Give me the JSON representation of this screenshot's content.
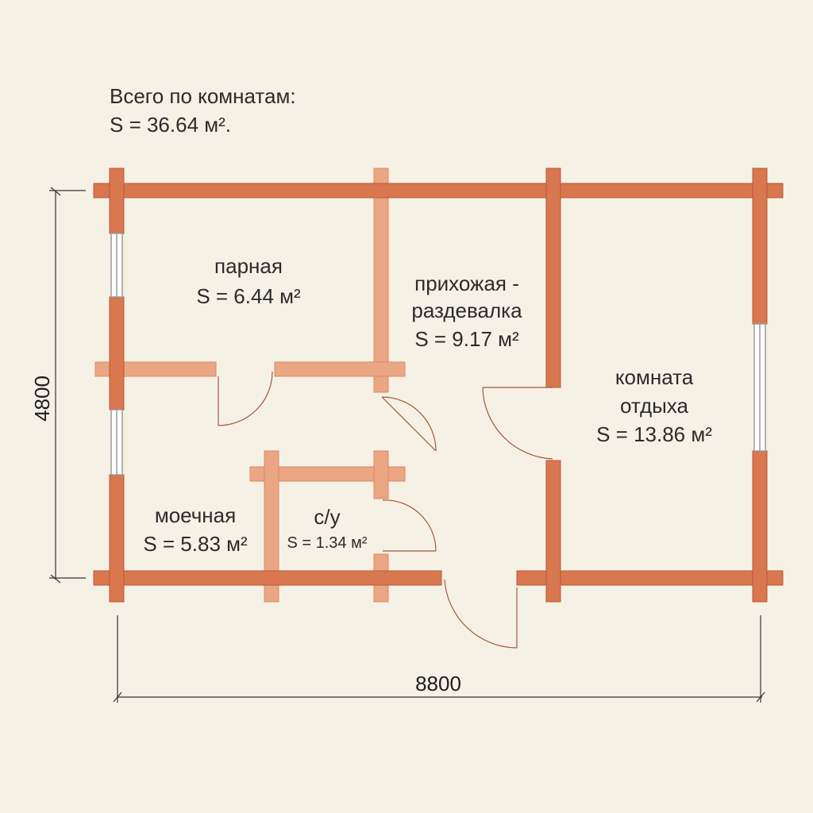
{
  "summary": {
    "line1": "Всего по комнатам:",
    "line2": "S = 36.64 м².",
    "line2_value": "S = 36.64 м²",
    "line2_suffix": "."
  },
  "rooms": [
    {
      "id": "parnaya",
      "name": [
        "парная"
      ],
      "area": "S = 6.44 м²"
    },
    {
      "id": "prihozhaya",
      "name": [
        "прихожая -",
        "раздевалка"
      ],
      "area": "S = 9.17 м²"
    },
    {
      "id": "komnata",
      "name": [
        "комната",
        "отдыха"
      ],
      "area": "S = 13.86 м²"
    },
    {
      "id": "moechnaya",
      "name": [
        "моечная"
      ],
      "area": "S = 5.83 м²"
    },
    {
      "id": "su",
      "name": [
        "с/у"
      ],
      "area": "S = 1.34 м²"
    }
  ],
  "dimensions": {
    "width": "8800",
    "height": "4800"
  },
  "colors": {
    "background": "#f6f1e5",
    "wall_outer": "#d9774f",
    "wall_outer_stroke": "#b85a3a",
    "wall_inner": "#eba683",
    "wall_inner_stroke": "#d98a66",
    "door_line": "#a0593f",
    "window_frame": "#9a9a9a",
    "window_fill": "#ffffff"
  }
}
